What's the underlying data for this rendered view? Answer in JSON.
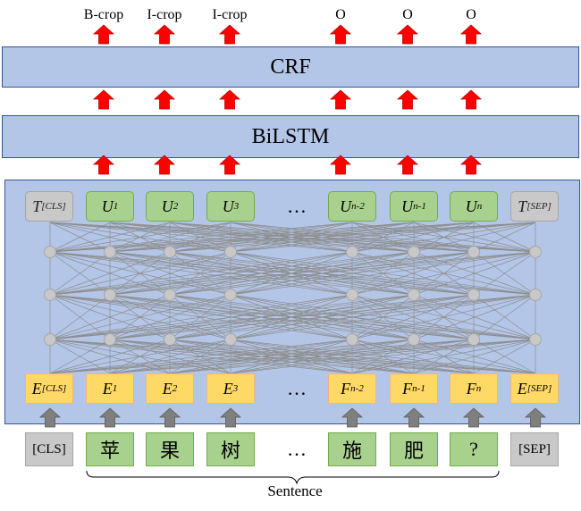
{
  "outputs": [
    "B-crop",
    "I-crop",
    "I-crop",
    "O",
    "O",
    "O"
  ],
  "crf_label": "CRF",
  "bilstm_label": "BiLSTM",
  "u_nodes": [
    {
      "main": "T",
      "sub": "[CLS]"
    },
    {
      "main": "U",
      "sub": "1"
    },
    {
      "main": "U",
      "sub": "2"
    },
    {
      "main": "U",
      "sub": "3"
    },
    {
      "main": "U",
      "sub": "n-2"
    },
    {
      "main": "U",
      "sub": "n-1"
    },
    {
      "main": "U",
      "sub": "n"
    },
    {
      "main": "T",
      "sub": "[SEP]"
    }
  ],
  "e_nodes": [
    {
      "main": "E",
      "sub": "[CLS]"
    },
    {
      "main": "E",
      "sub": "1"
    },
    {
      "main": "E",
      "sub": "2"
    },
    {
      "main": "E",
      "sub": "3"
    },
    {
      "main": "F",
      "sub": "n-2"
    },
    {
      "main": "F",
      "sub": "n-1"
    },
    {
      "main": "F",
      "sub": "n"
    },
    {
      "main": "E",
      "sub": "[SEP]"
    }
  ],
  "tokens": [
    "[CLS]",
    "苹",
    "果",
    "树",
    "施",
    "肥",
    "?",
    "[SEP]"
  ],
  "ellipsis": "…",
  "sentence_label": "Sentence",
  "colors": {
    "bar_fill": "#b4c6e7",
    "u_fill": "#a9d18e",
    "e_fill": "#ffd966",
    "special_fill": "#c9c9c9",
    "arrow_red": "#ff0000",
    "arrow_gray": "#7f7f7f"
  }
}
